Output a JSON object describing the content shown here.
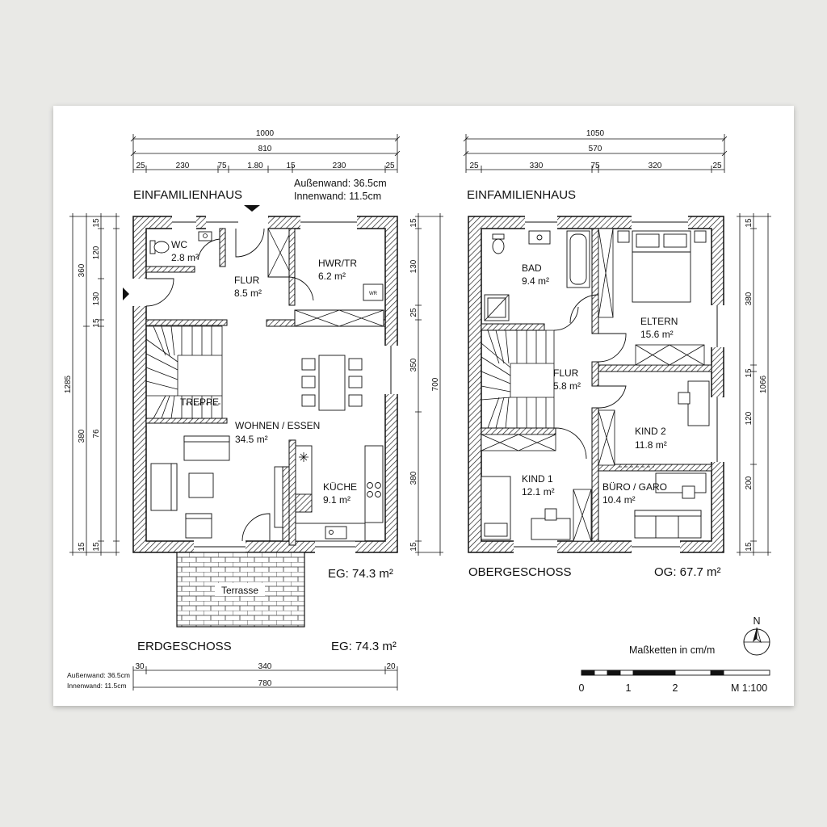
{
  "labels": {
    "eg_title": "EINFAMILIENHAUS",
    "og_title": "EINFAMILIENHAUS",
    "aussenwand": "Außenwand: 36.5cm",
    "innenwand": "Innenwand:  11.5cm",
    "eg_area": "EG: 74.3 m²",
    "eg_area_bottom": "EG: 74.3 m²",
    "og_area": "OG: 67.7 m²",
    "erdgeschoss": "ERDGESCHOSS",
    "obergeschoss": "OBERGESCHOSS",
    "masseinheit": "Maßketten in cm/m",
    "scale": "M 1:100",
    "north": "N",
    "small_aussenwand": "Außenwand: 36.5cm",
    "small_innenwand": "Innenwand: 11.5cm",
    "terrasse": "Terrasse",
    "wr": "WR"
  },
  "scale_ticks": [
    "0",
    "1",
    "2"
  ],
  "eg_rooms": {
    "wc": {
      "name": "WC",
      "area": "2.8 m²"
    },
    "flur": {
      "name": "FLUR",
      "area": "8.5 m²"
    },
    "hwr": {
      "name": "HWR/TR",
      "area": "6.2 m²"
    },
    "treppe": {
      "name": "TREPPE"
    },
    "wohnen": {
      "name": "WOHNEN / ESSEN",
      "area": "34.5 m²"
    },
    "kueche": {
      "name": "KÜCHE",
      "area": "9.1 m²"
    }
  },
  "og_rooms": {
    "bad": {
      "name": "BAD",
      "area": "9.4 m²"
    },
    "eltern": {
      "name": "ELTERN",
      "area": "15.6 m²"
    },
    "flur": {
      "name": "FLUR",
      "area": "5.8 m²"
    },
    "kind2": {
      "name": "KIND 2",
      "area": "11.8 m²"
    },
    "kind1": {
      "name": "KIND 1",
      "area": "12.1 m²"
    },
    "buero": {
      "name": "BÜRO / GARO",
      "area": "10.4 m²"
    }
  },
  "eg_dims_top": {
    "total": "1000",
    "sub": "810",
    "segments": [
      "25",
      "230",
      "75",
      "1.80",
      "15",
      "230",
      "25"
    ]
  },
  "og_dims_top": {
    "total": "1050",
    "sub": "570",
    "segments": [
      "25",
      "330",
      "75",
      "320",
      "25"
    ]
  },
  "eg_dims_left": {
    "outer": "1285",
    "a": [
      "360",
      "380"
    ],
    "b": [
      "120",
      "130",
      "76"
    ],
    "c": [
      "15",
      "15",
      "15"
    ],
    "d": [
      "15"
    ]
  },
  "eg_dims_right": {
    "segments": [
      "15",
      "130",
      "25",
      "350",
      "380",
      "15"
    ],
    "total": "700"
  },
  "og_dims_right": {
    "a": [
      "380",
      "120",
      "200"
    ],
    "b": [
      "15",
      "15",
      "15"
    ],
    "total": "1066"
  },
  "eg_dims_bottom": {
    "segments": [
      "30",
      "340",
      "20"
    ],
    "total": "780"
  }
}
